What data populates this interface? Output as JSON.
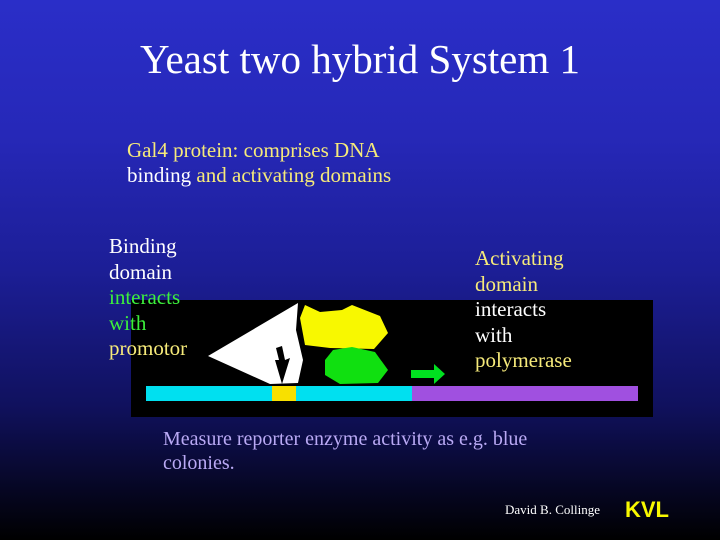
{
  "slide": {
    "title": "Yeast two hybrid System 1",
    "subtitle": {
      "line1_a": "Gal4 protein: comprises DNA",
      "line2_a": "binding",
      "line2_b": " and activating domains"
    },
    "binding_label": [
      "Binding",
      "domain",
      "interacts",
      "with",
      "promotor"
    ],
    "activating_label": [
      "Activating",
      "domain",
      "interacts",
      "with",
      "polymerase"
    ],
    "measure_text": [
      "Measure reporter enzyme activity as e.g. blue",
      "colonies."
    ],
    "credit": "David B. Collinge",
    "logo_text": "KVL"
  },
  "colors": {
    "background_top": "#2a2ec8",
    "title": "#ffffff",
    "subtitle_yellow": "#f6ea7a",
    "label_white": "#ffffff",
    "label_green": "#3cf03c",
    "dna_cyan": "#00e0f0",
    "promoter_yellow": "#f8e000",
    "polymerase_violet": "#a050e0",
    "activating_domain": "#f8f800",
    "target_protein": "#10e010",
    "measure_text": "#b9a9f4",
    "logo": "#f8f800"
  }
}
